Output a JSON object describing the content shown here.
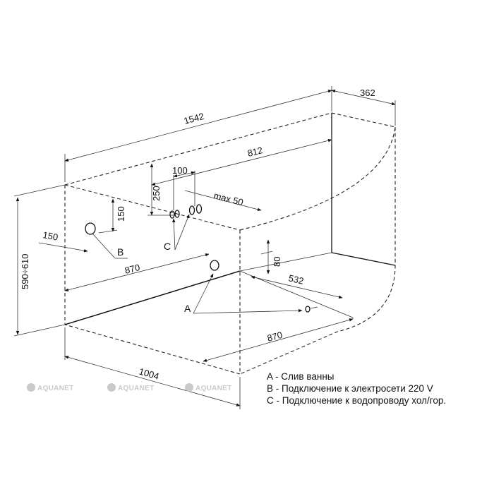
{
  "dimensions": {
    "total_length": "1542",
    "depth_side": "362",
    "mixer_offset": "812",
    "tap_spacing": "100",
    "tap_height": "250",
    "mixer_max": "max 50",
    "socket_height": "150",
    "socket_side": "150",
    "height": "590÷610",
    "front_drain": "870",
    "drain_height": "80",
    "drain_offset": "532",
    "bottom_length": "870",
    "width": "1004"
  },
  "points": {
    "a": "A",
    "b": "B",
    "c": "C"
  },
  "legend": [
    "A - Слив ванны",
    "B - Подключение к электросети 220 V",
    "C - Подключение к водопроводу хол/гор."
  ],
  "watermark": {
    "brand": "AQUANET"
  }
}
